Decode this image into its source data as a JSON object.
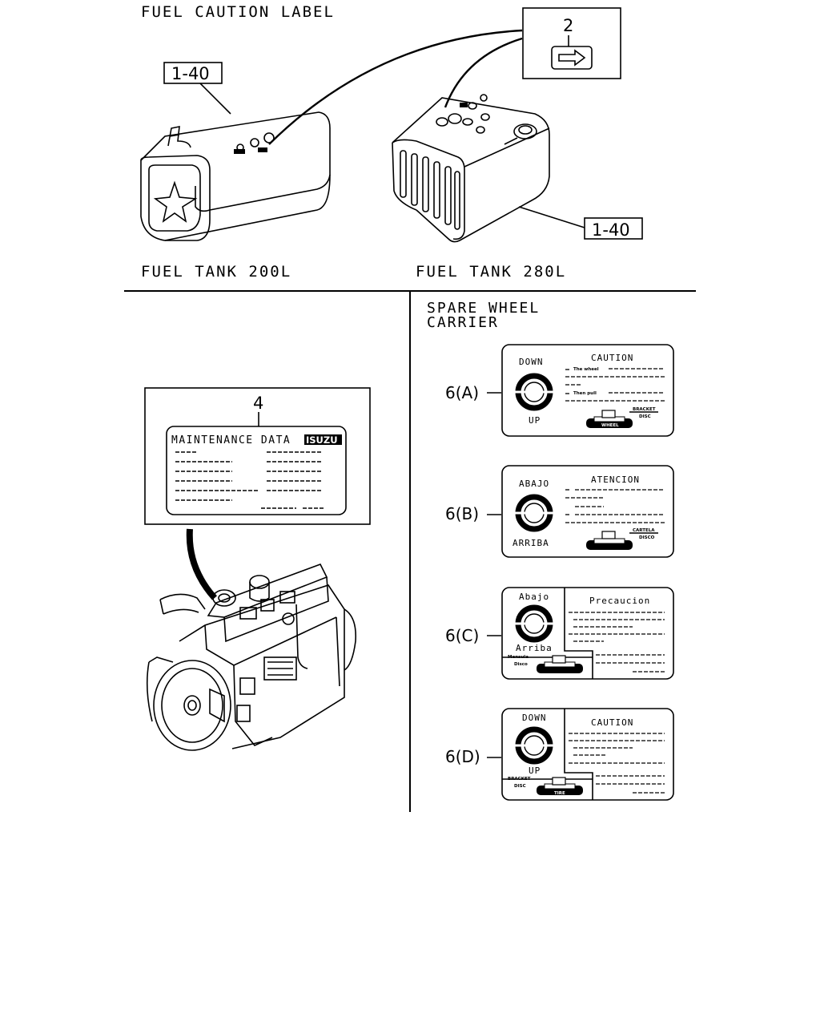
{
  "sections": {
    "fuel_caution": {
      "title": "FUEL CAUTION LABEL",
      "tank_200_label": "FUEL TANK 200L",
      "tank_280_label": "FUEL TANK 280L",
      "callout_left": "1-40",
      "callout_right": "1-40",
      "callout_arrow": "2"
    },
    "maintenance": {
      "callout": "4",
      "label_heading": "MAINTENANCE  DATA",
      "brand": "ISUZU"
    },
    "spare_wheel": {
      "title_line1": "SPARE WHEEL",
      "title_line2": "CARRIER",
      "labels": [
        {
          "ref": "6(A)",
          "top": "DOWN",
          "bottom": "UP",
          "heading": "CAUTION",
          "note1": "The wheel",
          "note2": "Then pull",
          "tag1": "BRACKET",
          "tag2": "DISC",
          "base": "WHEEL"
        },
        {
          "ref": "6(B)",
          "top": "ABAJO",
          "bottom": "ARRIBA",
          "heading": "ATENCION",
          "tag1": "CARTELA",
          "tag2": "DISCO"
        },
        {
          "ref": "6(C)",
          "top": "Abajo",
          "bottom": "Arriba",
          "heading": "Precaucion",
          "tag1": "Mensula",
          "tag2": "Disco"
        },
        {
          "ref": "6(D)",
          "top": "DOWN",
          "bottom": "UP",
          "heading": "CAUTION",
          "tag1": "BRACKET",
          "tag2": "DISC",
          "base": "TIRE"
        }
      ]
    }
  }
}
